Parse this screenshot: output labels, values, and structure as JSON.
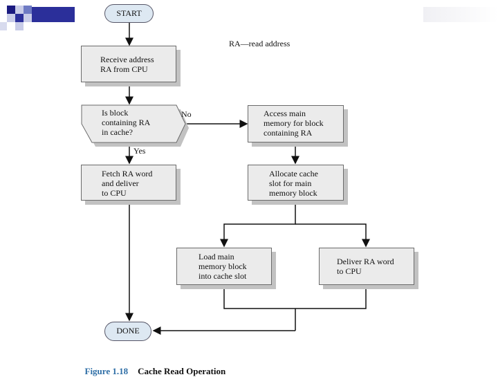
{
  "colors": {
    "deco_dark": "#1a1a80",
    "deco_mid": "#6e7bc4",
    "deco_light": "#c8cce8",
    "terminal_fill": "#dde8f2",
    "box_fill": "#ebebeb",
    "box_shadow": "#c2c2c2",
    "caption_number": "#2e6ea6"
  },
  "legend": "RA—read address",
  "nodes": {
    "start": "START",
    "done": "DONE",
    "receive_address": "Receive address\nRA from CPU",
    "is_block_in_cache": "Is block\ncontaining RA\nin cache?",
    "access_main_memory": "Access main\nmemory for block\ncontaining RA",
    "fetch_ra_word": "Fetch RA word\nand deliver\nto CPU",
    "allocate_cache_slot": "Allocate cache\nslot for main\nmemory block",
    "load_main_memory_block": "Load main\nmemory block\ninto cache slot",
    "deliver_ra_word": "Deliver RA word\nto CPU"
  },
  "edge_labels": {
    "no": "No",
    "yes": "Yes"
  },
  "caption": {
    "number": "Figure 1.18",
    "title": "Cache Read Operation"
  }
}
